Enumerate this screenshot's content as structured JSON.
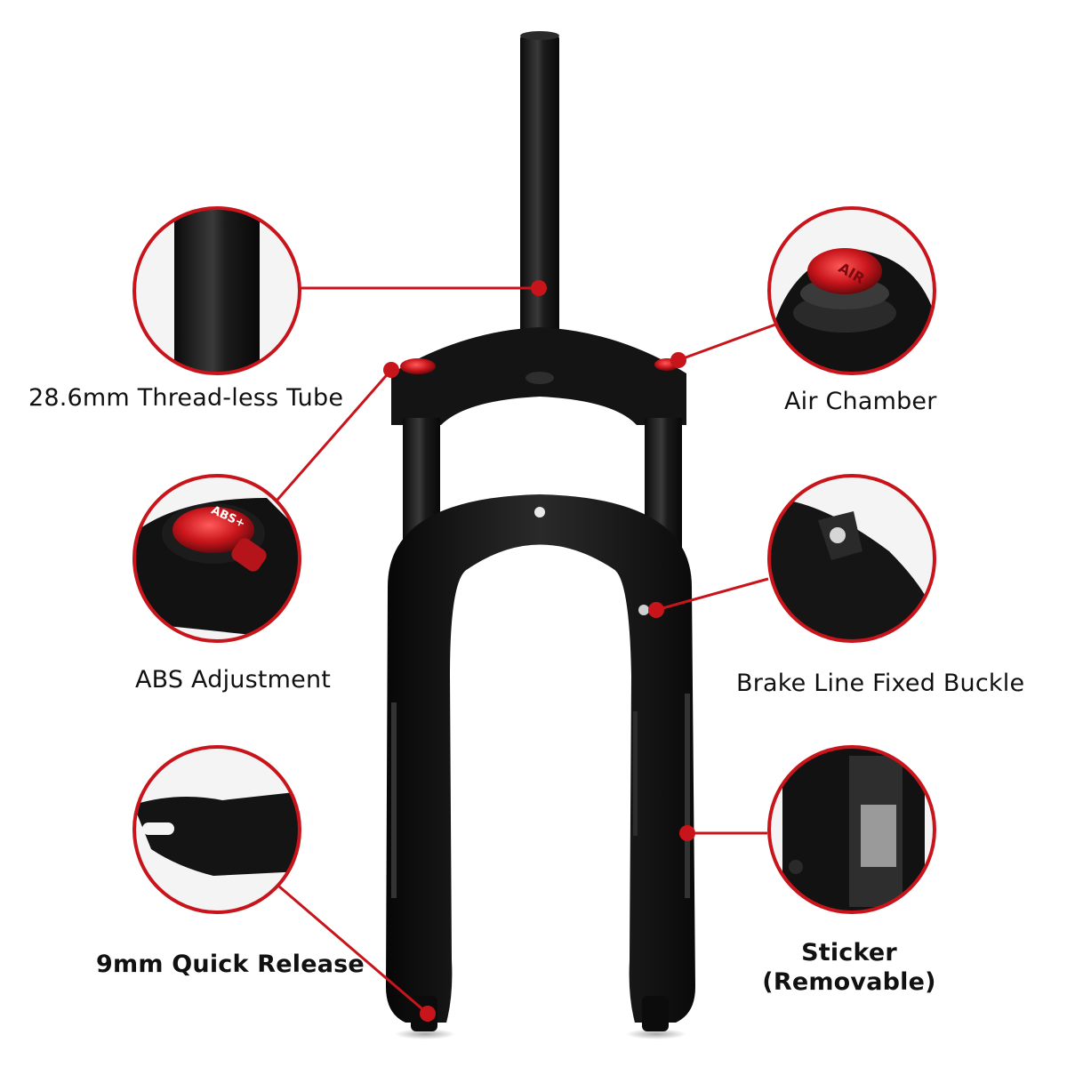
{
  "callouts": {
    "steerer_tube": {
      "label": "28.6mm Thread-less Tube"
    },
    "air_chamber": {
      "label": "Air Chamber"
    },
    "abs_adjustment": {
      "label": "ABS Adjustment",
      "knob_text": "ABS+"
    },
    "brake_line": {
      "label": "Brake Line Fixed Buckle"
    },
    "quick_release": {
      "label": "9mm Quick Release"
    },
    "sticker": {
      "label_line1": "Sticker",
      "label_line2": "(Removable)"
    }
  },
  "air_cap_text": "AIR",
  "colors": {
    "background": "#ffffff",
    "accent_red": "#c8151b",
    "fork_black": "#141414",
    "text": "#111111"
  }
}
